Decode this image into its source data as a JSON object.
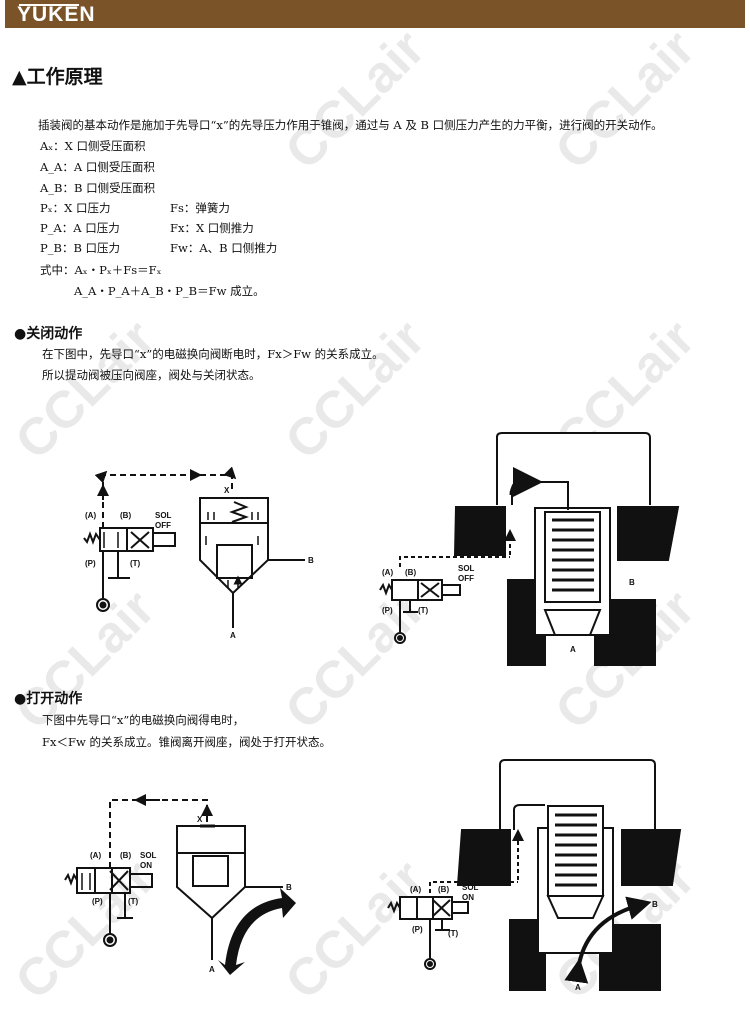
{
  "header": {
    "logo": "YUKEN"
  },
  "watermark": "CCLair",
  "title": "▲工作原理",
  "intro": "插装阀的基本动作是施加于先导口“x”的先导压力作用于锥阀，通过与 A 及 B 口侧压力产生的力平衡，进行阀的开关动作。",
  "definitions": [
    {
      "left": "Aₓ：X 口侧受压面积",
      "right": ""
    },
    {
      "left": "A_A：A 口侧受压面积",
      "right": ""
    },
    {
      "left": "A_B：B 口侧受压面积",
      "right": ""
    },
    {
      "left": "Pₓ：X 口压力",
      "right": "Fs：弹簧力"
    },
    {
      "left": "P_A：A 口压力",
      "right": "Fx：X 口侧推力"
    },
    {
      "left": "P_B：B 口压力",
      "right": "Fw：A、B 口侧推力"
    }
  ],
  "formula1": "式中：Aₓ・Pₓ＋Fs＝Fₓ",
  "formula2": "A_A・P_A＋A_B・P_B＝Fw 成立。",
  "closing": {
    "heading": "●关闭动作",
    "lines": [
      "在下图中，先导口“x”的电磁换向阀断电时，Fx＞Fw 的关系成立。",
      "所以提动阀被压向阀座，阀处与关闭状态。"
    ],
    "labels": {
      "a_paren": "(A)",
      "b_paren": "(B)",
      "p_paren": "(P)",
      "t_paren": "(T)",
      "sol": "SOL",
      "state": "OFF",
      "x": "X",
      "a": "A",
      "b": "B"
    }
  },
  "opening": {
    "heading": "●打开动作",
    "lines": [
      "下图中先导口“x”的电磁换向阀得电时，",
      "Fx＜Fw 的关系成立。锥阀离开阀座，阀处于打开状态。"
    ],
    "labels": {
      "a_paren": "(A)",
      "b_paren": "(B)",
      "p_paren": "(P)",
      "t_paren": "(T)",
      "sol": "SOL",
      "state": "ON",
      "x": "X",
      "a": "A",
      "b": "B"
    }
  },
  "colors": {
    "header": "#7a5428",
    "ink": "#111111"
  }
}
